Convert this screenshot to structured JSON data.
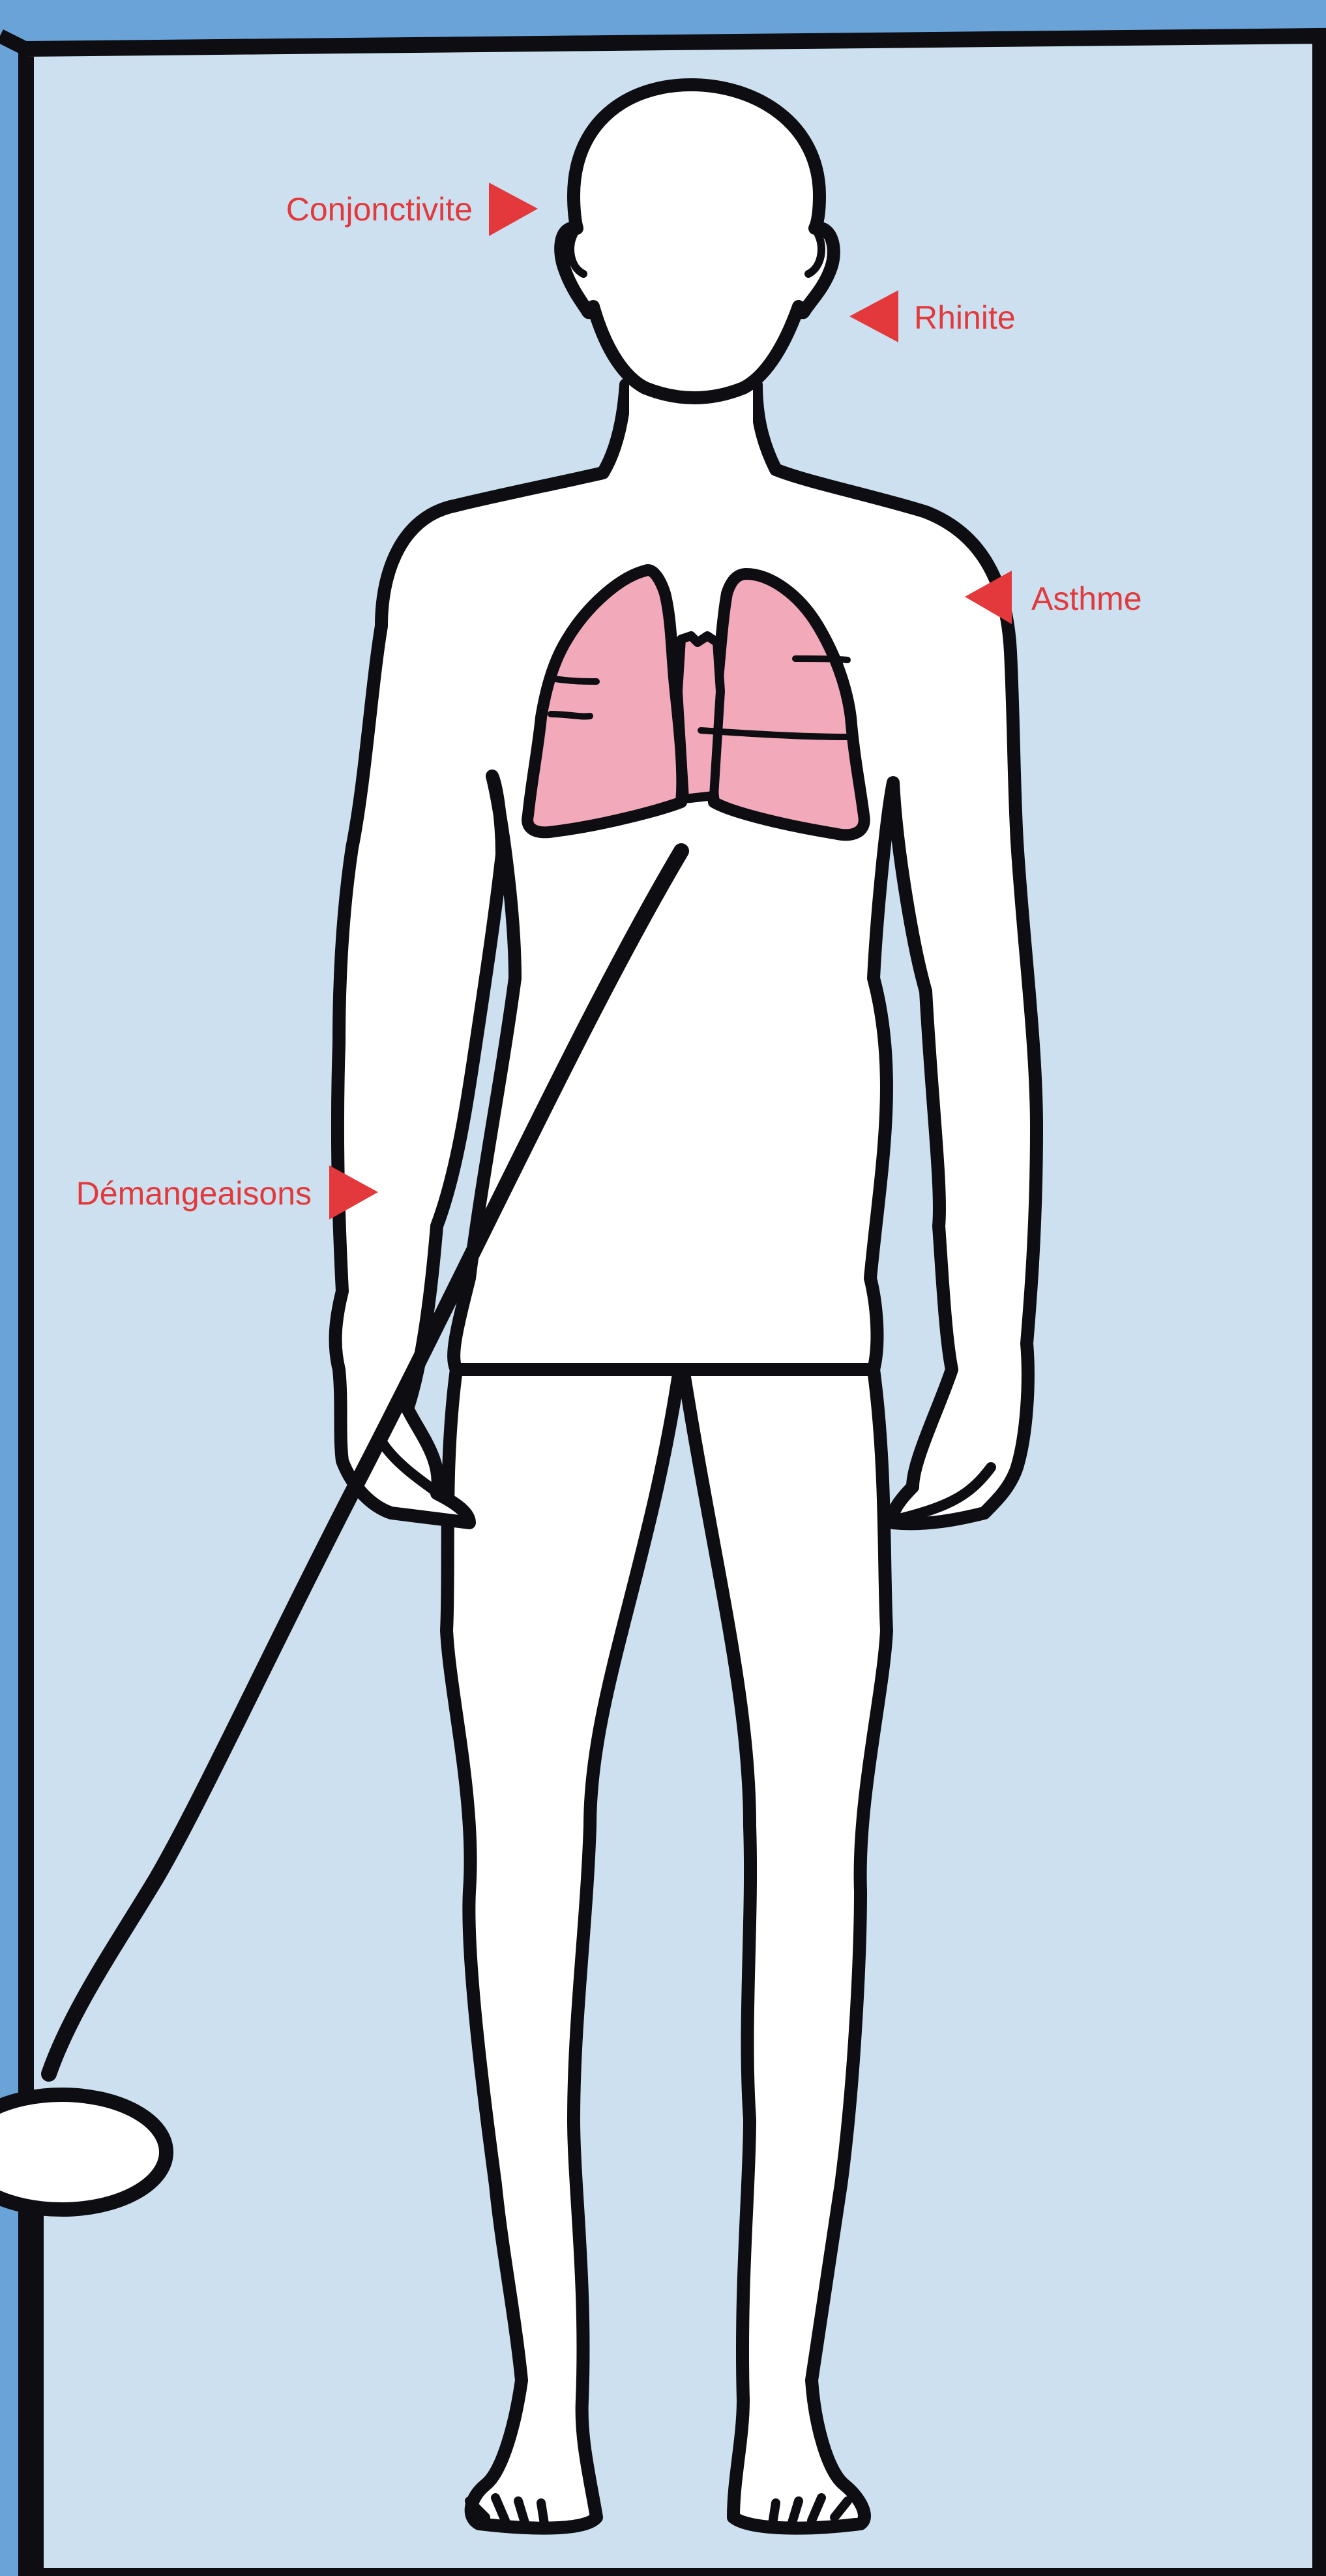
{
  "colors": {
    "background_outer": "#6aa3d8",
    "panel": "#cce0ef",
    "outline": "#0d0d12",
    "body_fill": "#ffffff",
    "lungs": "#f2a9ba",
    "marker": "#e3393c"
  },
  "labels": {
    "conjunctivitis": "Conjonctivite",
    "rhinitis": "Rhinite",
    "asthma": "Asthme",
    "itching": "Démangeaisons"
  }
}
